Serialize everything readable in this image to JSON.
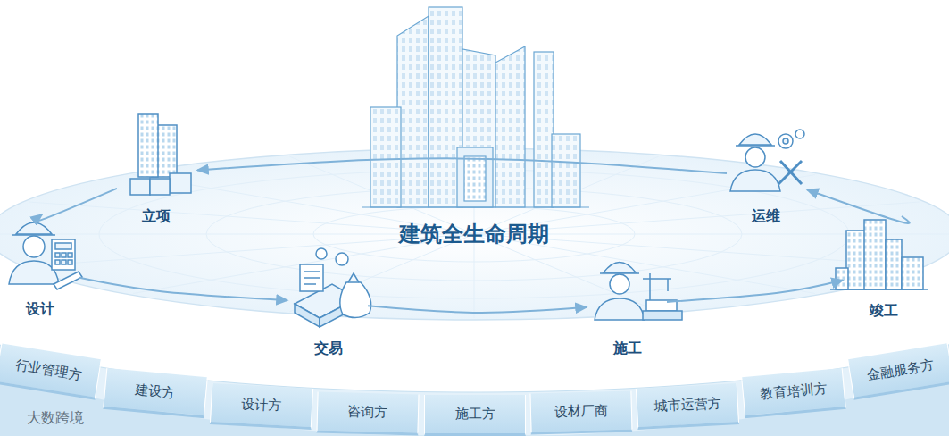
{
  "diagram": {
    "title": "建筑全生命周期",
    "nodes": [
      {
        "text": [
          "立项"
        ]
      },
      {
        "text": [
          "设计"
        ]
      },
      {
        "text": [
          "交易"
        ]
      },
      {
        "text": [
          "施工"
        ]
      },
      {
        "text": [
          "竣工"
        ]
      },
      {
        "text": [
          "运维"
        ]
      },
      {
        "text": [
          "行业管理方"
        ]
      },
      {
        "text": [
          "建设方"
        ]
      },
      {
        "text": [
          "设计方"
        ]
      },
      {
        "text": [
          "咨询方"
        ]
      },
      {
        "text": [
          "施工方"
        ]
      },
      {
        "text": [
          "设材厂商"
        ]
      },
      {
        "text": [
          "城市运营方"
        ]
      },
      {
        "text": [
          "教育培训方"
        ]
      },
      {
        "text": [
          "金融服务方"
        ]
      }
    ],
    "edges": [
      {
        "from": 0,
        "to": 1,
        "arrow": "to"
      },
      {
        "from": 1,
        "to": 2,
        "arrow": "to"
      },
      {
        "from": 2,
        "to": 3,
        "arrow": "to"
      },
      {
        "from": 3,
        "to": 4,
        "arrow": "to"
      },
      {
        "from": 4,
        "to": 5,
        "arrow": "to"
      },
      {
        "from": 5,
        "to": 0,
        "arrow": "to"
      }
    ],
    "labels": [
      "大数跨境"
    ]
  }
}
